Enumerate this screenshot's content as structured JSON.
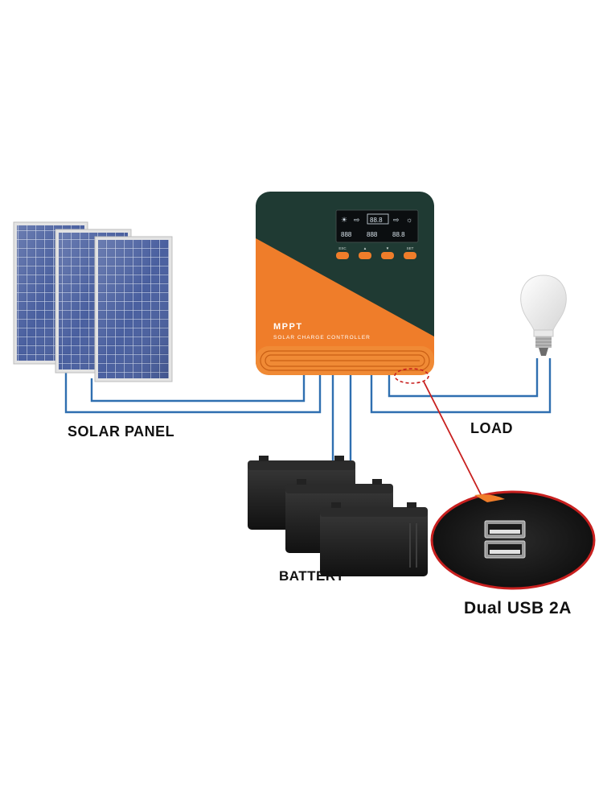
{
  "labels": {
    "solar_panel": "SOLAR PANEL",
    "load": "LOAD",
    "battery": "BATTERY",
    "usb": "Dual USB 2A"
  },
  "controller": {
    "brand": "MPPT",
    "subtitle": "SOLAR CHARGE CONTROLLER",
    "buttons": [
      "ESC",
      "▲",
      "▼",
      "SET"
    ],
    "lcd": {
      "v1": "88.8",
      "v2": "888",
      "v3": "888",
      "v4": "88.8"
    }
  },
  "colors": {
    "wire": "#2f6fb0",
    "orange": "#ef7d2a",
    "controller_dark": "#1f3a33",
    "callout": "#c8201f",
    "panel_blue": "#3b4f87"
  }
}
